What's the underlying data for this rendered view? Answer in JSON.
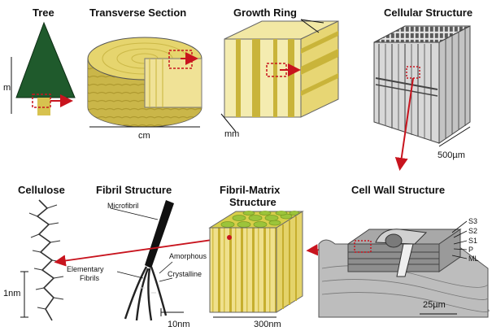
{
  "panels": {
    "tree": {
      "title": "Tree",
      "scale": "m"
    },
    "transverse": {
      "title": "Transverse Section",
      "scale": "cm"
    },
    "growth": {
      "title": "Growth Ring",
      "scale": "mm"
    },
    "cellular": {
      "title": "Cellular Structure",
      "scale": "500µm"
    },
    "cellulose": {
      "title": "Cellulose",
      "scale": "1nm"
    },
    "fibril": {
      "title": "Fibril Structure",
      "scale": "10nm",
      "labels": {
        "microfibril": "Microfibril",
        "amorphous": "Amorphous",
        "crystalline": "Crystalline",
        "elementary_1": "Elementary",
        "elementary_2": "Fibrils"
      }
    },
    "matrix": {
      "title_1": "Fibril-Matrix",
      "title_2": "Structure",
      "scale": "300nm"
    },
    "cellwall": {
      "title": "Cell Wall Structure",
      "scale": "25µm",
      "layers": [
        "S3",
        "S2",
        "S1",
        "P",
        "ML"
      ]
    }
  },
  "colors": {
    "arrow": "#c8141e",
    "tree": "#1f5a2c",
    "wood": "#e8d77a",
    "ring": "#c9b43a",
    "gray": "#9a9a9a"
  }
}
